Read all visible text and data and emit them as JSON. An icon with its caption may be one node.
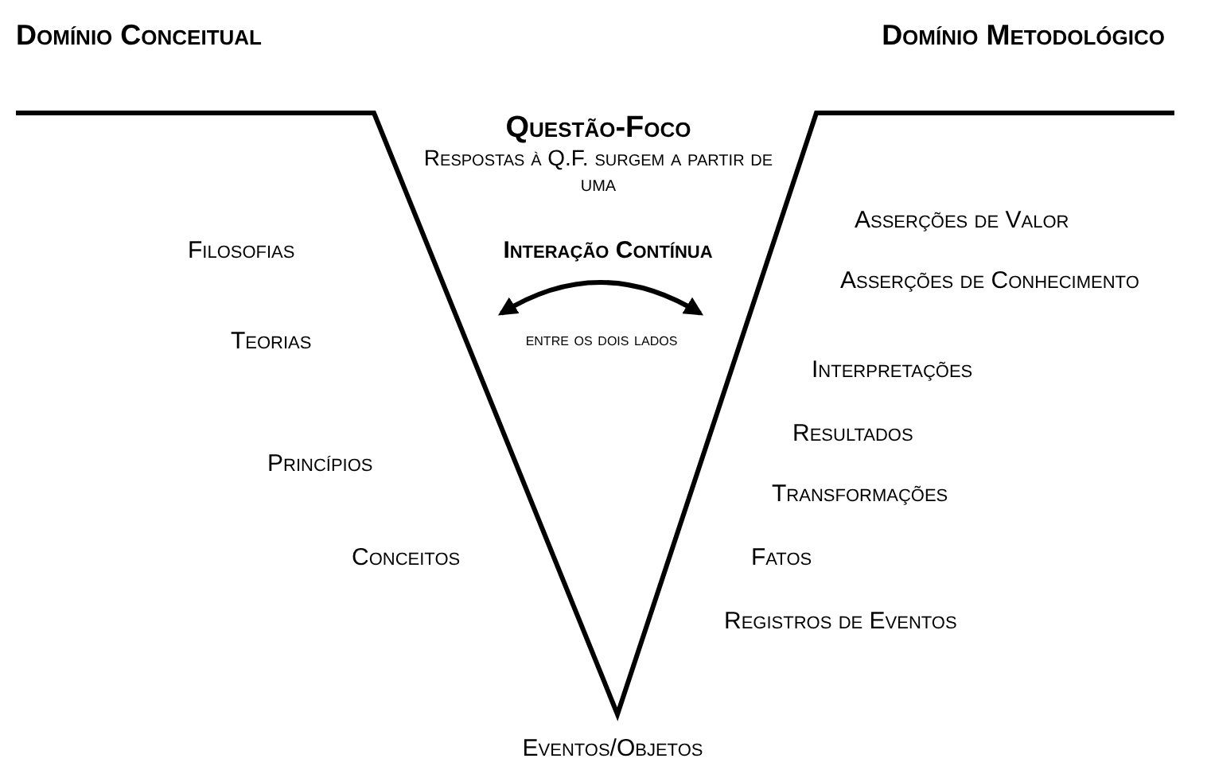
{
  "diagram": {
    "labels": [
      "Domínio Conceitual",
      "Domínio Metodológico",
      "Questão-Foco",
      "Respostas à Q.F. surgem a partir de uma",
      "Interação Contínua",
      "entre os dois lados",
      "Filosofias",
      "Teorias",
      "Princípios",
      "Conceitos",
      "Asserções de Valor",
      "Asserções de Conhecimento",
      "Interpretações",
      "Resultados",
      "Transformações",
      "Fatos",
      "Registros de Eventos",
      "Eventos/Objetos"
    ]
  }
}
